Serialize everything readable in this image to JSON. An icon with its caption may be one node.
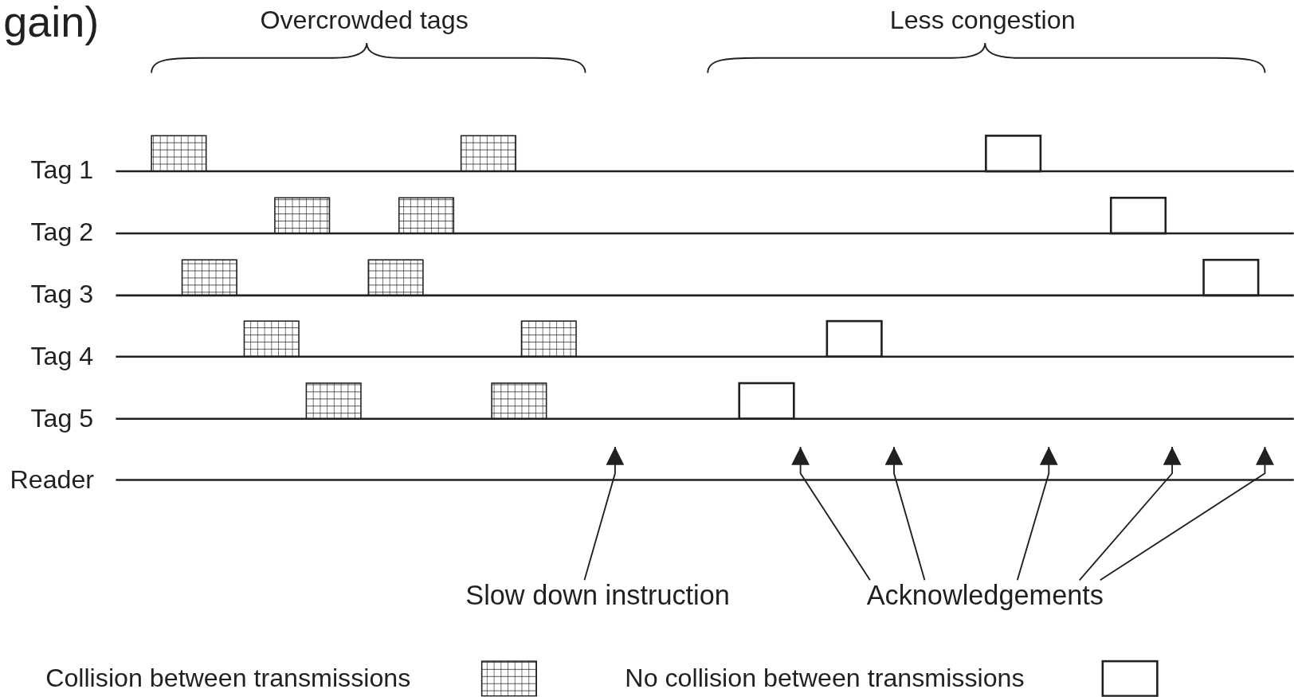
{
  "diagram": {
    "nodes": [
      {
        "text": [
          "Slow down instruction"
        ]
      },
      {
        "text": [
          "Acknowledgements"
        ]
      }
    ],
    "edges": [
      {
        "from": 0,
        "to": null,
        "arrow": "to"
      },
      {
        "from": 1,
        "to": null,
        "arrow": "to"
      },
      {
        "from": 1,
        "to": null,
        "arrow": "to"
      },
      {
        "from": 1,
        "to": null,
        "arrow": "to"
      },
      {
        "from": 1,
        "to": null,
        "arrow": "to"
      },
      {
        "from": 1,
        "to": null,
        "arrow": "to"
      }
    ],
    "labels": [
      "gain)",
      "Overcrowded tags",
      "Less congestion",
      "Tag 1",
      "Tag 2",
      "Tag 3",
      "Tag 4",
      "Tag 5",
      "Reader"
    ],
    "legend": [
      {
        "text": "Collision between transmissions"
      },
      {
        "text": "No collision between transmissions"
      }
    ]
  }
}
